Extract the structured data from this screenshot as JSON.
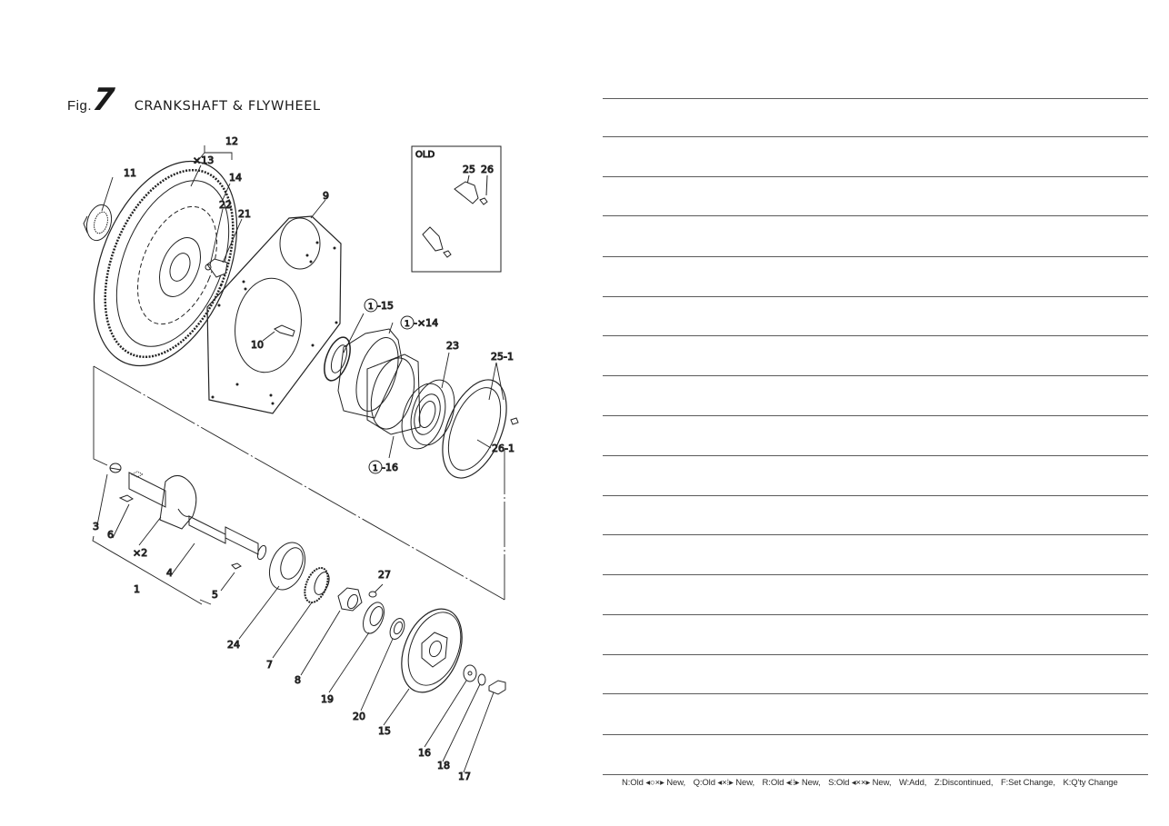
{
  "header": {
    "fig_prefix": "Fig.",
    "fig_number": "7",
    "title": "CRANKSHAFT & FLYWHEEL"
  },
  "inset": {
    "label": "OLD",
    "callouts": [
      "25",
      "26"
    ]
  },
  "callouts": {
    "c1": "1",
    "c2": "×2",
    "c3": "3",
    "c4": "4",
    "c5": "5",
    "c6": "6",
    "c7": "7",
    "c8": "8",
    "c9": "9",
    "c10": "10",
    "c11": "11",
    "c12": "12",
    "c13": "×13",
    "c14": "14",
    "c15": "15",
    "c16": "16",
    "c17": "17",
    "c18": "18",
    "c19": "19",
    "c20": "20",
    "c21": "21",
    "c22": "22",
    "c23": "23",
    "c24": "24",
    "c27": "27",
    "c1_15": "-15",
    "c1_x14": "-×14",
    "c1_16": "-16",
    "c25_1": "25-1",
    "c26_1": "26-1",
    "circle_ref": "1"
  },
  "parts_list": {
    "row_count": 17,
    "rows": []
  },
  "legend": {
    "items": [
      "N:Old ◂○×▸ New,",
      "Q:Old ◂×⁞▸ New,",
      "R:Old ◂⁞⁞▸ New,",
      "S:Old ◂××▸ New,",
      "W:Add,",
      "Z:Discontinued,",
      "F:Set Change,",
      "K:Q'ty Change"
    ]
  }
}
